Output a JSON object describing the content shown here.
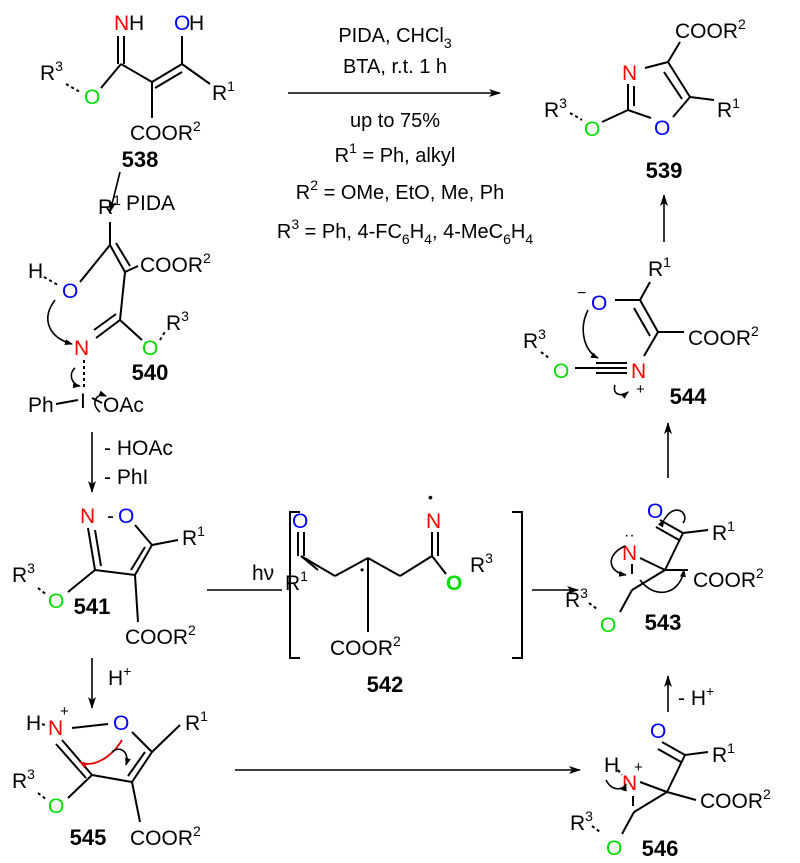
{
  "conditions": {
    "reagents": "PIDA, CHCl_3",
    "additive": "BTA, r.t. 1 h",
    "yield": "up to 75%",
    "r1": "R^1 = Ph, alkyl",
    "r2": "R^2 = OMe, EtO, Me, Ph",
    "r3": "R^3 = Ph, 4-FC_6H_4, 4-MeC_6H_4"
  },
  "steps": {
    "pida": "PIDA",
    "hoac": "- HOAc",
    "phi": "- PhI",
    "hplus": "H^+",
    "minus_hplus": "- H^+",
    "hv": "hν"
  },
  "atoms": {
    "N": "N",
    "O": "O",
    "H": "H",
    "I": "I",
    "R1": "R^1",
    "R3": "R^3",
    "COOR2": "COOR^2",
    "Ph": "Ph",
    "OAc": "OAc",
    "plus": "+",
    "minus": "−",
    "dot": "•"
  },
  "compounds": [
    "538",
    "539",
    "540",
    "541",
    "542",
    "543",
    "544",
    "545",
    "546"
  ],
  "colors": {
    "nitrogen": "#ff0000",
    "ring_oxygen": "#0000ff",
    "ether_oxygen": "#00dd00"
  }
}
